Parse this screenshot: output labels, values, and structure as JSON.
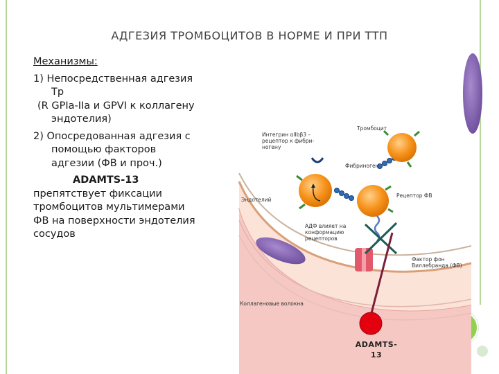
{
  "title": "АДГЕЗИЯ ТРОМБОЦИТОВ В НОРМЕ И ПРИ ТТП",
  "text": {
    "heading": "Механизмы:",
    "item1_line1": "1)  Непосредственная адгезия",
    "item1_line2": "Тр",
    "item1_line3": "(R GPIa-IIa  и GPVI к коллагену",
    "item1_line4": "эндотелия)",
    "item2_line1": "2) Опосредованная адгезия с",
    "item2_line2": "помощью факторов",
    "item2_line3": "адгезии (ФВ и проч.)",
    "adamts_bold": "ADAMTS-13",
    "adamts_desc1": "препятствует фиксации",
    "adamts_desc2": "тромбоцитов мультимерами",
    "adamts_desc3": "ФВ на поверхности эндотелия",
    "adamts_desc4": "сосудов"
  },
  "diagram": {
    "labels": {
      "integrin": "Интегрин αIIbβ3 –\nрецептор к фибри-\nногену",
      "platelet": "Тромбоцит",
      "fibrinogen": "Фибриноген",
      "endothelium": "Эндотелий",
      "receptor_vwf": "Рецептор ФВ",
      "adp": "АДФ влияет на\nконформацию\nрецепторов",
      "vwf": "Фактор фон\nВиллебранда (ФВ)",
      "collagen": "Коллагеновые волокна"
    },
    "adamts_label": "ADAMTS-\n13"
  },
  "colors": {
    "platelet_orange": "#f7941d",
    "vessel_pink": "#f4b6b0",
    "endothelium_purple": "#7b5ba8",
    "blocker_line": "#1f5c57",
    "inhibitor_red": "#e3000f",
    "accent_green": "#92d050"
  }
}
